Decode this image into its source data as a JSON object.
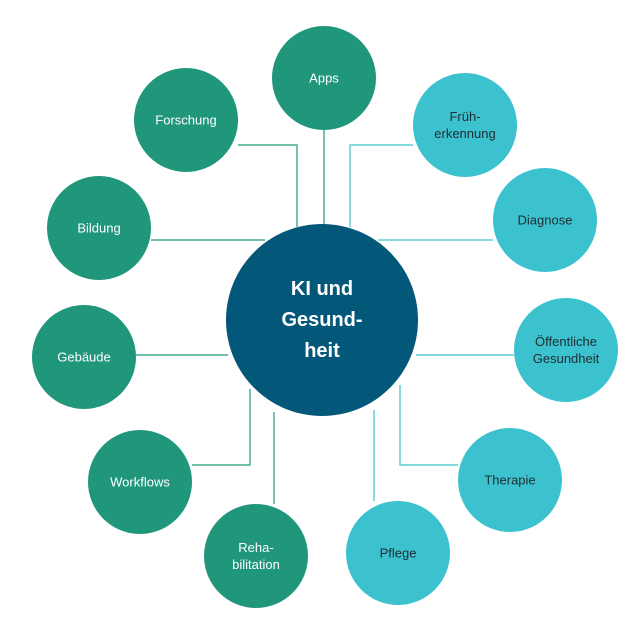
{
  "colors": {
    "center": "#03587a",
    "green": "#20967b",
    "teal": "#3cc2ce",
    "line_green": "#20967b",
    "line_teal": "#3cc2ce",
    "text_light": "#ffffff",
    "text_dark": "#1f2d33"
  },
  "center": {
    "lines": [
      "KI und",
      "Gesund-",
      "heit"
    ]
  },
  "nodes": [
    {
      "id": "apps",
      "lines": [
        "Apps"
      ],
      "color": "green"
    },
    {
      "id": "frueherkennung",
      "lines": [
        "Früh-",
        "erkennung"
      ],
      "color": "teal"
    },
    {
      "id": "diagnose",
      "lines": [
        "Diagnose"
      ],
      "color": "teal"
    },
    {
      "id": "oeffentliche-gesundheit",
      "lines": [
        "Öffentliche",
        "Gesundheit"
      ],
      "color": "teal"
    },
    {
      "id": "therapie",
      "lines": [
        "Therapie"
      ],
      "color": "teal"
    },
    {
      "id": "pflege",
      "lines": [
        "Pflege"
      ],
      "color": "teal"
    },
    {
      "id": "rehabilitation",
      "lines": [
        "Reha-",
        "bilitation"
      ],
      "color": "green"
    },
    {
      "id": "workflows",
      "lines": [
        "Workflows"
      ],
      "color": "green"
    },
    {
      "id": "gebaeude",
      "lines": [
        "Gebäude"
      ],
      "color": "green"
    },
    {
      "id": "bildung",
      "lines": [
        "Bildung"
      ],
      "color": "green"
    },
    {
      "id": "forschung",
      "lines": [
        "Forschung"
      ],
      "color": "green"
    }
  ]
}
